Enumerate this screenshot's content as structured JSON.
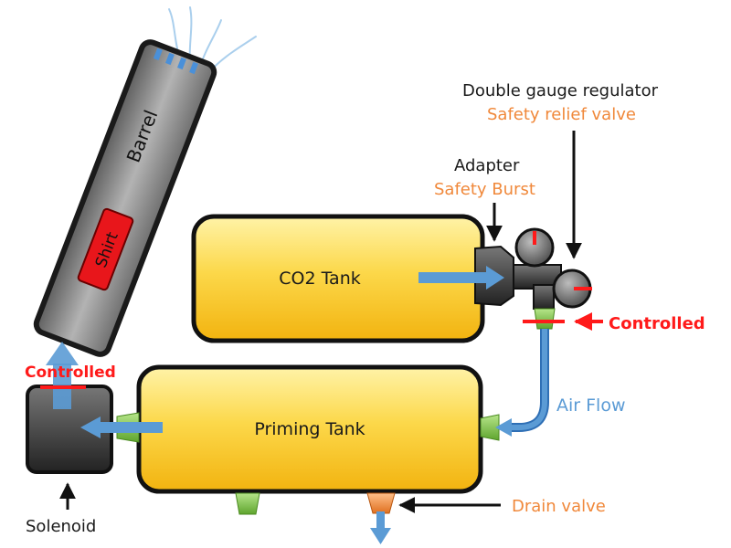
{
  "labels": {
    "barrel": "Barrel",
    "shirt": "Shirt",
    "co2_tank": "CO2 Tank",
    "priming_tank": "Priming Tank",
    "regulator": "Double gauge regulator",
    "relief_valve": "Safety relief valve",
    "adapter": "Adapter",
    "burst": "Safety Burst",
    "controlled_right": "Controlled",
    "controlled_left": "Controlled",
    "air_flow": "Air Flow",
    "drain_valve": "Drain valve",
    "solenoid": "Solenoid"
  },
  "colors": {
    "black_label": "#1a1a1a",
    "orange_label": "#f0883a",
    "red_label": "#ff1a1a",
    "blue_label": "#5b9bd5",
    "tank_fill_top": "#fff3a8",
    "tank_fill_bottom": "#f6b913",
    "barrel_fill": "#9a9a9a",
    "shirt_fill": "#e8161b",
    "fitting_green": "#7ec544",
    "fitting_orange": "#f0883a",
    "pipe_blue": "#4a90d9"
  }
}
